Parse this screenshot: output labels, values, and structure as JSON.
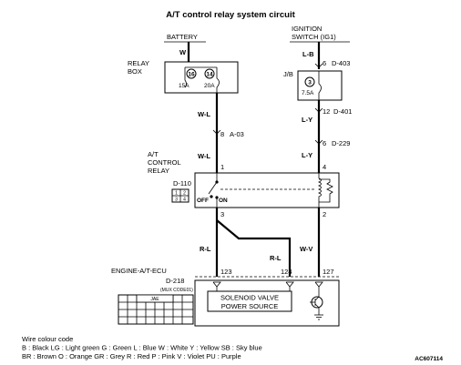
{
  "title": "A/T control relay system circuit",
  "figure_id": "AC607114",
  "battery": {
    "label": "BATTERY",
    "wire_color": "W"
  },
  "ignition": {
    "label_line1": "IGNITION",
    "label_line2": "SWITCH (IG1)",
    "wire_color": "L-B",
    "pin": "6",
    "connector": "D-403"
  },
  "relay_box": {
    "label_line1": "RELAY",
    "label_line2": "BOX",
    "fuse_left": {
      "number": "16",
      "rating": "15A"
    },
    "fuse_right": {
      "number": "14",
      "rating": "20A"
    }
  },
  "jb": {
    "label": "J/B",
    "fuse_number": "3",
    "fuse_rating": "7.5A"
  },
  "left_wire": {
    "upper_color": "W-L",
    "pin": "8",
    "connector": "A-03",
    "lower_color": "W-L"
  },
  "right_wire": {
    "color_a": "L-Y",
    "pin_a": "12",
    "connector_a": "D-401",
    "pin_b": "6",
    "connector_b": "D-229",
    "color_b": "L-Y"
  },
  "relay": {
    "label_line1": "A/T",
    "label_line2": "CONTROL",
    "label_line3": "RELAY",
    "connector": "D-110",
    "pin_top_left": "1",
    "pin_top_right": "4",
    "pin_bottom_left": "3",
    "pin_bottom_right": "2",
    "off_label": "OFF",
    "on_label": "ON",
    "conn_grid": [
      "1",
      "2",
      "3",
      "4"
    ]
  },
  "lower_wires": {
    "left_color": "R-L",
    "middle_color": "R-L",
    "right_color": "W-V"
  },
  "ecu": {
    "label": "ENGINE-A/T-ECU",
    "connector": "D-218",
    "connector_note": "(MUX CODE01)",
    "pin_left": "123",
    "pin_middle": "124",
    "pin_right": "127",
    "inner_line1": "SOLENOID VALVE",
    "inner_line2": "POWER SOURCE",
    "grid_note": "JAE"
  },
  "legend": {
    "title": "Wire colour code",
    "line1": "B : Black    LG : Light green    G : Green    L : Blue    W : White    Y : Yellow    SB : Sky blue",
    "line2": "BR : Brown    O : Orange    GR : Grey    R : Red    P : Pink    V : Violet    PU : Purple"
  }
}
